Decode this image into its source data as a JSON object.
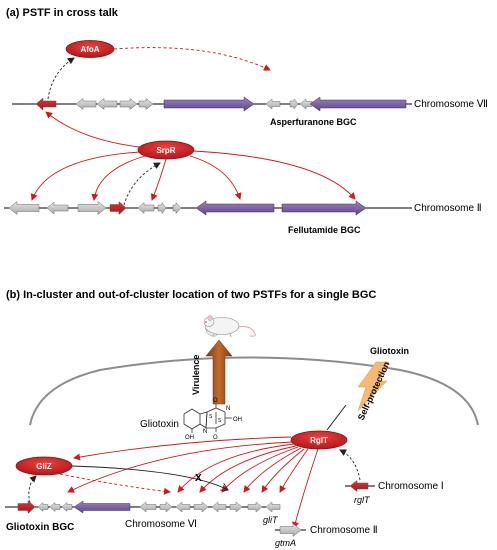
{
  "panel_a": {
    "title": "(a) PSTF in cross talk",
    "tf_1": "AfoA",
    "tf_2": "SrpR",
    "chromosome_1": "Chromosome Ⅶ",
    "bgc_1": "Asperfuranone BGC",
    "chromosome_2": "Chromosome Ⅱ",
    "bgc_2": "Fellutamide  BGC"
  },
  "panel_b": {
    "title": "(b) In-cluster and out-of-cluster location of two PSTFs for a single BGC",
    "virulence": "Virulence",
    "gliotoxin_top": "Gliotoxin",
    "self_protection": "Self-protection",
    "gliotoxin_mol": "Gliotoxin",
    "mol_atoms": {
      "o1": "O",
      "o2": "O",
      "oh1": "OH",
      "oh2": "OH",
      "n1": "N",
      "n2": "N",
      "s1": "S",
      "s2": "S"
    },
    "tf_rglt": "RglT",
    "tf_gliz": "GliZ",
    "block_mark": "X",
    "bgc_label": "Gliotoxin  BGC",
    "chromosome_6": "Chromosome  Ⅵ",
    "gene_glit": "gliT",
    "chromosome_1": "Chromosome  Ⅰ",
    "gene_rglt": "rglT",
    "chromosome_2": "Chromosome  Ⅱ",
    "gene_gtma": "gtmA"
  },
  "colors": {
    "tf_red": "#d0181e",
    "gene_gray": "#bfbfbf",
    "bgc_purple": "#7f64a6",
    "arrow_brown": "#a3531e",
    "bolt_orange": "#f5b971"
  }
}
